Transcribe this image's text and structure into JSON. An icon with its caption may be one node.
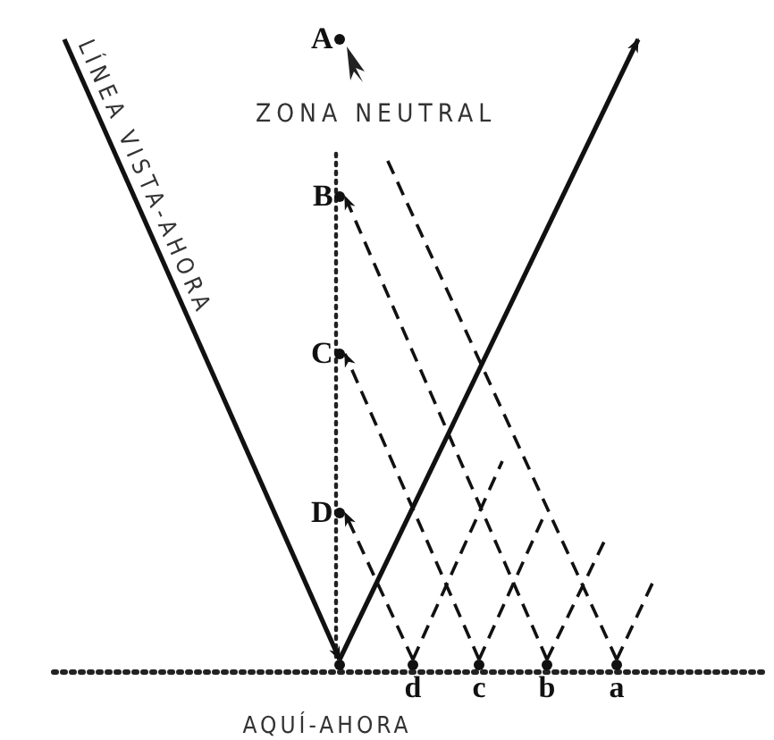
{
  "diagram": {
    "nodes": [
      {
        "text": [
          "A"
        ]
      },
      {
        "text": [
          "B"
        ]
      },
      {
        "text": [
          "C"
        ]
      },
      {
        "text": [
          "D"
        ]
      },
      {
        "text": [
          "AQUÍ-AHORA"
        ]
      },
      {
        "text": [
          "d"
        ]
      },
      {
        "text": [
          "c"
        ]
      },
      {
        "text": [
          "b"
        ]
      },
      {
        "text": [
          "a"
        ]
      }
    ],
    "edges": [
      {
        "from": null,
        "to": 4,
        "arrow": "to",
        "label": "LÍNEA VISTA-AHORA"
      },
      {
        "from": 4,
        "to": null,
        "arrow": "to"
      },
      {
        "from": 5,
        "to": 3,
        "arrow": "to",
        "style": "dashed"
      },
      {
        "from": 6,
        "to": 2,
        "arrow": "to",
        "style": "dashed"
      },
      {
        "from": 7,
        "to": 1,
        "arrow": "to",
        "style": "dashed"
      },
      {
        "from": 8,
        "to": null,
        "arrow": "none",
        "style": "dashed"
      },
      {
        "from": 5,
        "to": null,
        "arrow": "none",
        "style": "dashed"
      },
      {
        "from": 6,
        "to": null,
        "arrow": "none",
        "style": "dashed"
      },
      {
        "from": 7,
        "to": null,
        "arrow": "none",
        "style": "dashed"
      },
      {
        "from": 8,
        "to": null,
        "arrow": "none",
        "style": "dashed"
      }
    ],
    "labels": [
      "ZONA NEUTRAL"
    ]
  }
}
